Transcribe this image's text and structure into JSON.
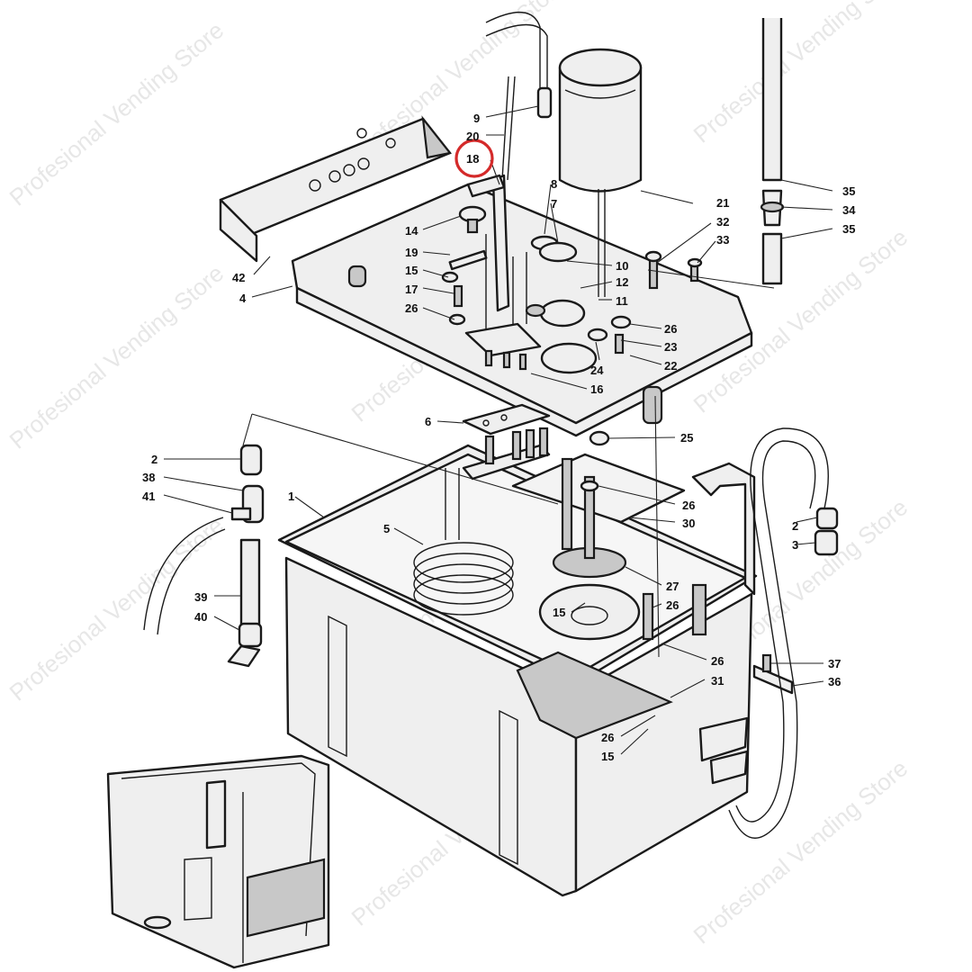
{
  "watermark": "Profesional Vending Store",
  "highlight": {
    "label": "18",
    "color": "#d42a2a"
  },
  "labels": [
    {
      "id": "l9",
      "text": "9"
    },
    {
      "id": "l20",
      "text": "20"
    },
    {
      "id": "l18",
      "text": "18"
    },
    {
      "id": "l8",
      "text": "8"
    },
    {
      "id": "l7",
      "text": "7"
    },
    {
      "id": "l21",
      "text": "21"
    },
    {
      "id": "l14",
      "text": "14"
    },
    {
      "id": "l32",
      "text": "32"
    },
    {
      "id": "l33",
      "text": "33"
    },
    {
      "id": "l19",
      "text": "19"
    },
    {
      "id": "l10",
      "text": "10"
    },
    {
      "id": "l15a",
      "text": "15"
    },
    {
      "id": "l12",
      "text": "12"
    },
    {
      "id": "l17",
      "text": "17"
    },
    {
      "id": "l11",
      "text": "11"
    },
    {
      "id": "l26a",
      "text": "26"
    },
    {
      "id": "l26b",
      "text": "26"
    },
    {
      "id": "l23",
      "text": "23"
    },
    {
      "id": "l24",
      "text": "24"
    },
    {
      "id": "l22",
      "text": "22"
    },
    {
      "id": "l16",
      "text": "16"
    },
    {
      "id": "l42",
      "text": "42"
    },
    {
      "id": "l4",
      "text": "4"
    },
    {
      "id": "l35a",
      "text": "35"
    },
    {
      "id": "l34",
      "text": "34"
    },
    {
      "id": "l35b",
      "text": "35"
    },
    {
      "id": "l6",
      "text": "6"
    },
    {
      "id": "l25",
      "text": "25"
    },
    {
      "id": "l2a",
      "text": "2"
    },
    {
      "id": "l38",
      "text": "38"
    },
    {
      "id": "l41",
      "text": "41"
    },
    {
      "id": "l1",
      "text": "1"
    },
    {
      "id": "l5",
      "text": "5"
    },
    {
      "id": "l26c",
      "text": "26"
    },
    {
      "id": "l30",
      "text": "30"
    },
    {
      "id": "l2b",
      "text": "2"
    },
    {
      "id": "l3",
      "text": "3"
    },
    {
      "id": "l27",
      "text": "27"
    },
    {
      "id": "l39",
      "text": "39"
    },
    {
      "id": "l15b",
      "text": "15"
    },
    {
      "id": "l26d",
      "text": "26"
    },
    {
      "id": "l40",
      "text": "40"
    },
    {
      "id": "l26e",
      "text": "26"
    },
    {
      "id": "l37",
      "text": "37"
    },
    {
      "id": "l31",
      "text": "31"
    },
    {
      "id": "l36",
      "text": "36"
    },
    {
      "id": "l26f",
      "text": "26"
    },
    {
      "id": "l15c",
      "text": "15"
    }
  ]
}
